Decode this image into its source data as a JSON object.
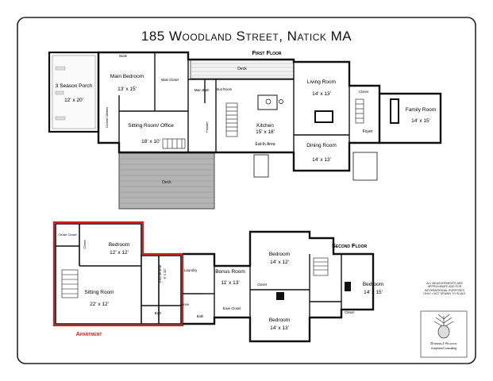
{
  "title": "185 Woodland Street, Natick MA",
  "floors": {
    "first": "First Floor",
    "second": "Second Floor",
    "apartment": "Apartment"
  },
  "rooms": {
    "porch": {
      "name": "3 Season Porch",
      "size": "12' x 20'"
    },
    "main_bedroom": {
      "name": "Main Bedroom",
      "size": "13' x 15'"
    },
    "sitting_office": {
      "name": "Sitting Room/ Office",
      "size": "18' x 10'"
    },
    "kitchen": {
      "name": "Kitchen",
      "size": "15' x 18'"
    },
    "living": {
      "name": "Living Room",
      "size": "14' x 13'"
    },
    "dining": {
      "name": "Dining Room",
      "size": "14' x 13'"
    },
    "family": {
      "name": "Family Room",
      "size": "14' x 15'"
    },
    "eat_in": "Eat-In Area",
    "foyer": "Foyer",
    "deck_top": "Deck",
    "deck_bottom": "Deck",
    "main_closet": "Main Closet",
    "main_bath": "Main Bath",
    "mud_room": "Mud Room",
    "closet_utilities": "Closet/ Utilities",
    "closet_1": "Closet",
    "book": "Book",
    "powder": "Powder",
    "apt_bedroom": {
      "name": "Bedroom",
      "size": "12' x 12'"
    },
    "apt_sitting": {
      "name": "Sitting Room",
      "size": "22' x 12'"
    },
    "kitchenette": {
      "name": "Kitchenette",
      "size": "6' x 12'"
    },
    "cedar_closet": "Cedar Closet",
    "apt_closet": "Closet",
    "apt_bath": "Bath",
    "laundry": "Laundry",
    "bonus": {
      "name": "Bonus Room",
      "size": "11' x 13'"
    },
    "bed_a": {
      "name": "Bedroom",
      "size": "14' x 12'"
    },
    "bed_b": {
      "name": "Bedroom",
      "size": "14' x 15'"
    },
    "bed_c": {
      "name": "Bedroom",
      "size": "14' x 13'"
    },
    "linen": "Linen",
    "bath2": "Bath",
    "eave_closet": "Eave Closet",
    "closet_2": "Closet",
    "closet_3": "Closet"
  },
  "disclaimer": "All measurements are approximate and for informational purposes only • Not drawn to scale",
  "brand": {
    "name": "Dorene J Higgons",
    "line2": "Graphics/Consulting"
  },
  "colors": {
    "wall": "#111111",
    "apartment_outline": "#d21f1f",
    "deck_fill": "#a9a9a9",
    "porch_fill": "#e9e9e9"
  }
}
